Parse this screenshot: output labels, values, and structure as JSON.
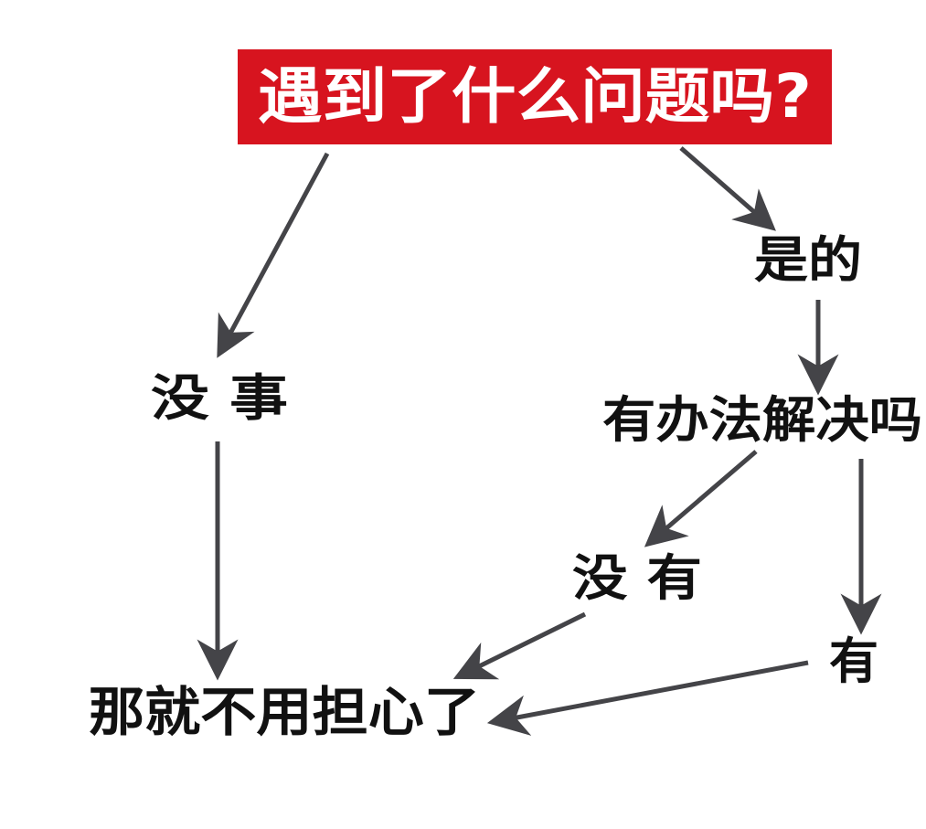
{
  "diagram": {
    "title": "遇到了什么问题吗?",
    "nodes": {
      "yes": "是的",
      "no_problem": "没 事",
      "solvable": "有办法解决吗",
      "no_solution": "没 有",
      "has_solution": "有",
      "no_worry": "那就不用担心了"
    },
    "colors": {
      "title_background": "#d7141f",
      "title_text": "#ffffff",
      "text": "#111111",
      "arrow": "#444448",
      "background": "#ffffff"
    }
  }
}
